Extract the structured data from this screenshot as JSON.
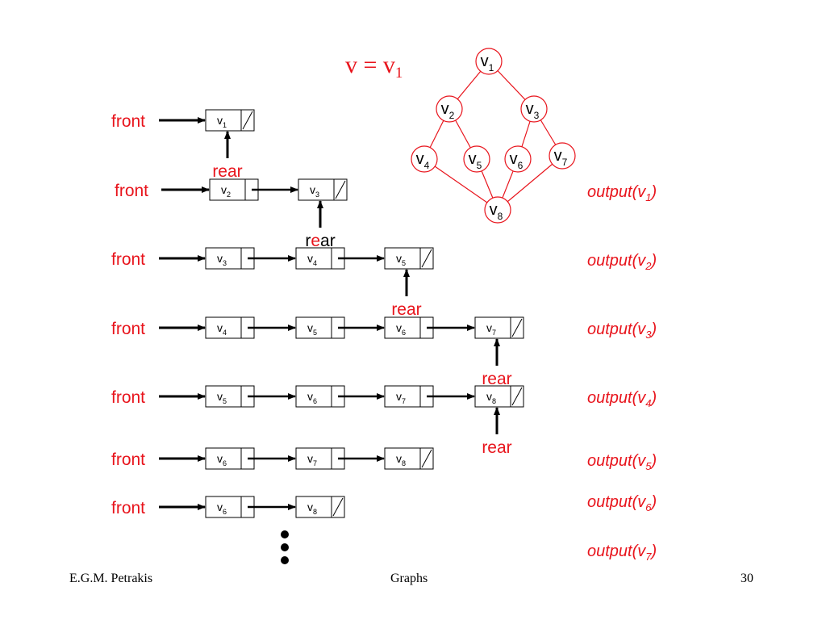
{
  "title": {
    "main": "v = v",
    "sub": "1"
  },
  "front_label": "front",
  "rear_label": "rear",
  "graph": {
    "nodes": [
      {
        "id": "v1",
        "label": "v",
        "sub": "1"
      },
      {
        "id": "v2",
        "label": "v",
        "sub": "2"
      },
      {
        "id": "v3",
        "label": "v",
        "sub": "3"
      },
      {
        "id": "v4",
        "label": "v",
        "sub": "4"
      },
      {
        "id": "v5",
        "label": "v",
        "sub": "5"
      },
      {
        "id": "v6",
        "label": "v",
        "sub": "6"
      },
      {
        "id": "v7",
        "label": "v",
        "sub": "7"
      },
      {
        "id": "v8",
        "label": "v",
        "sub": "8"
      }
    ],
    "edges": [
      [
        "v1",
        "v2"
      ],
      [
        "v1",
        "v3"
      ],
      [
        "v2",
        "v4"
      ],
      [
        "v2",
        "v5"
      ],
      [
        "v3",
        "v6"
      ],
      [
        "v3",
        "v7"
      ],
      [
        "v4",
        "v8"
      ],
      [
        "v5",
        "v8"
      ],
      [
        "v6",
        "v8"
      ],
      [
        "v7",
        "v8"
      ]
    ]
  },
  "queues": [
    {
      "items": [
        "1"
      ]
    },
    {
      "items": [
        "2",
        "3"
      ]
    },
    {
      "items": [
        "3",
        "4",
        "5"
      ]
    },
    {
      "items": [
        "4",
        "5",
        "6",
        "7"
      ]
    },
    {
      "items": [
        "5",
        "6",
        "7",
        "8"
      ]
    },
    {
      "items": [
        "6",
        "7",
        "8"
      ]
    },
    {
      "items": [
        "6",
        "8"
      ]
    }
  ],
  "outputs": [
    {
      "fn": "output(v",
      "sub": "1",
      "close": ")"
    },
    {
      "fn": "output(v",
      "sub": "2",
      "close": ")"
    },
    {
      "fn": "output(v",
      "sub": "3",
      "close": ")"
    },
    {
      "fn": "output(v",
      "sub": "4",
      "close": ")"
    },
    {
      "fn": "output(v",
      "sub": "5",
      "close": ")"
    },
    {
      "fn": "output(v",
      "sub": "6",
      "close": ")"
    },
    {
      "fn": "output(v",
      "sub": "7",
      "close": ")"
    }
  ],
  "footer": {
    "left": "E.G.M. Petrakis",
    "center": "Graphs",
    "right": "30"
  },
  "colors": {
    "accent": "#e8141c",
    "edge": "#e8141c",
    "ink": "#000000"
  }
}
